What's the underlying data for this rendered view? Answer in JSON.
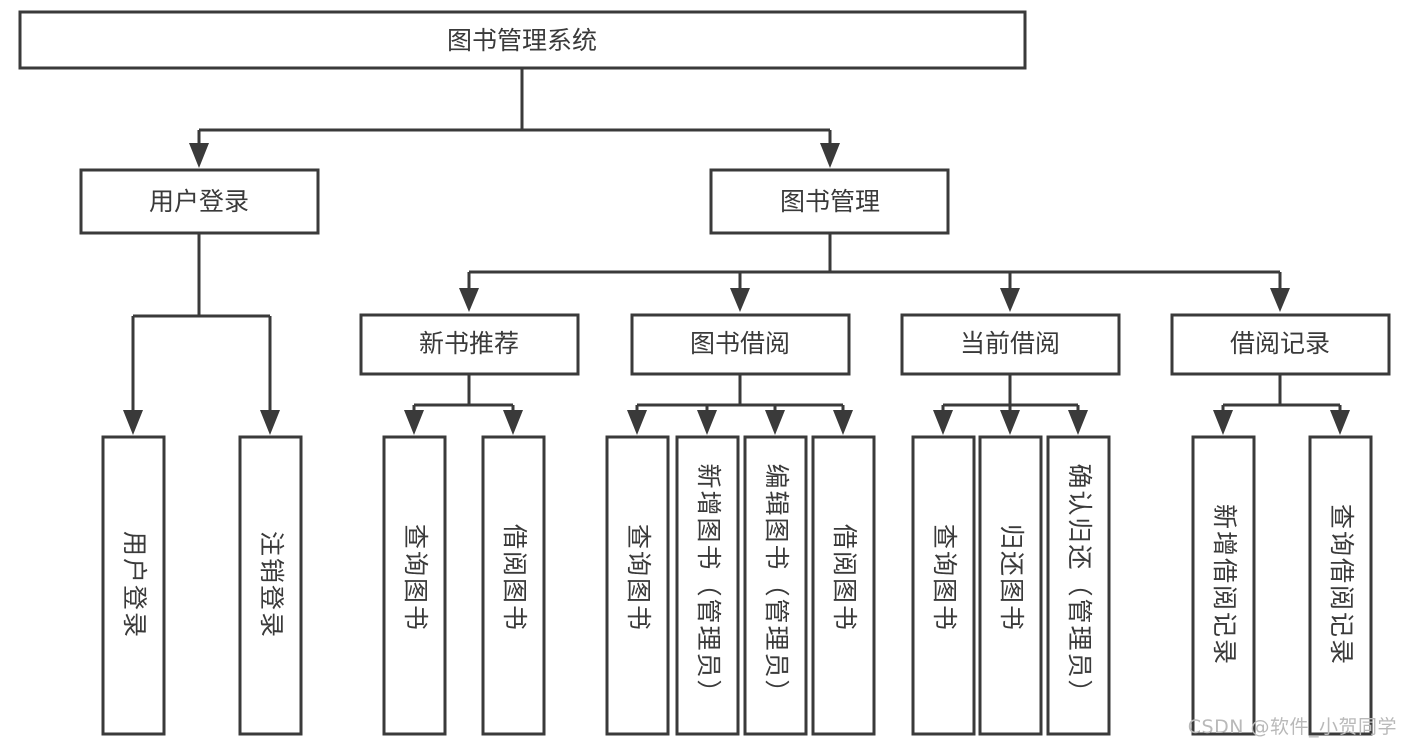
{
  "diagram": {
    "type": "tree",
    "title": "图书管理系统",
    "orientation": "top-down",
    "colors": {
      "box_stroke": "#3a3a3a",
      "box_fill": "#ffffff",
      "connector": "#3a3a3a",
      "background": "#ffffff",
      "watermark": "#b9b9b9"
    },
    "root": {
      "label": "图书管理系统"
    },
    "level2": [
      {
        "label": "用户登录"
      },
      {
        "label": "图书管理"
      }
    ],
    "level3": [
      {
        "label": "新书推荐"
      },
      {
        "label": "图书借阅"
      },
      {
        "label": "当前借阅"
      },
      {
        "label": "借阅记录"
      }
    ],
    "leaves": {
      "user_login": [
        {
          "label": "用户登录"
        },
        {
          "label": "注销登录"
        }
      ],
      "new_book": [
        {
          "label": "查询图书"
        },
        {
          "label": "借阅图书"
        }
      ],
      "book_borrow": [
        {
          "label": "查询图书"
        },
        {
          "label": "新增图书（管理员）"
        },
        {
          "label": "编辑图书（管理员）"
        },
        {
          "label": "借阅图书"
        }
      ],
      "current_borrow": [
        {
          "label": "查询图书"
        },
        {
          "label": "归还图书"
        },
        {
          "label": "确认归还（管理员）"
        }
      ],
      "borrow_record": [
        {
          "label": "新增借阅记录"
        },
        {
          "label": "查询借阅记录"
        }
      ]
    }
  },
  "watermark": {
    "text": "CSDN @软件_小贺同学"
  }
}
